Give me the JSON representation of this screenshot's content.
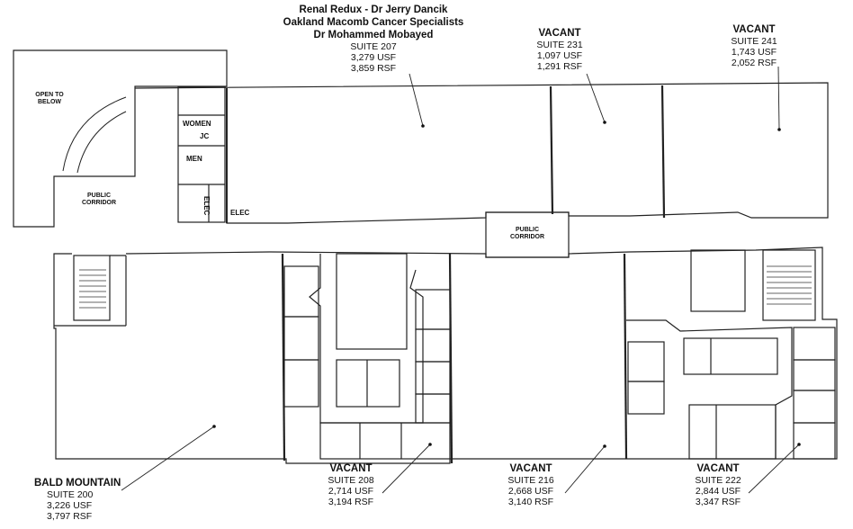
{
  "suites": [
    {
      "id": "s207",
      "tenants": [
        "Renal Redux - Dr Jerry Dancik",
        "Oakland Macomb Cancer Specialists",
        "Dr Mohammed Mobayed"
      ],
      "suite": "SUITE 207",
      "usf": "3,279 USF",
      "rsf": "3,859 RSF"
    },
    {
      "id": "s231",
      "tenants": [
        "VACANT"
      ],
      "suite": "SUITE 231",
      "usf": "1,097 USF",
      "rsf": "1,291 RSF"
    },
    {
      "id": "s241",
      "tenants": [
        "VACANT"
      ],
      "suite": "SUITE 241",
      "usf": "1,743 USF",
      "rsf": "2,052 RSF"
    },
    {
      "id": "s200",
      "tenants": [
        "BALD MOUNTAIN"
      ],
      "suite": "SUITE 200",
      "usf": "3,226 USF",
      "rsf": "3,797 RSF"
    },
    {
      "id": "s208",
      "tenants": [
        "VACANT"
      ],
      "suite": "SUITE 208",
      "usf": "2,714 USF",
      "rsf": "3,194 RSF"
    },
    {
      "id": "s216",
      "tenants": [
        "VACANT"
      ],
      "suite": "SUITE 216",
      "usf": "2,668 USF",
      "rsf": "3,140 RSF"
    },
    {
      "id": "s222",
      "tenants": [
        "VACANT"
      ],
      "suite": "SUITE 222",
      "usf": "2,844 USF",
      "rsf": "3,347 RSF"
    }
  ],
  "rooms": {
    "open_to_below": [
      "OPEN TO",
      "BELOW"
    ],
    "public_corridor_left": [
      "PUBLIC",
      "CORRIDOR"
    ],
    "public_corridor_center": [
      "PUBLIC",
      "CORRIDOR"
    ],
    "women": "WOMEN",
    "jc": "JC",
    "men": "MEN",
    "elec_vertical": "ELEC",
    "elec": "ELEC"
  }
}
